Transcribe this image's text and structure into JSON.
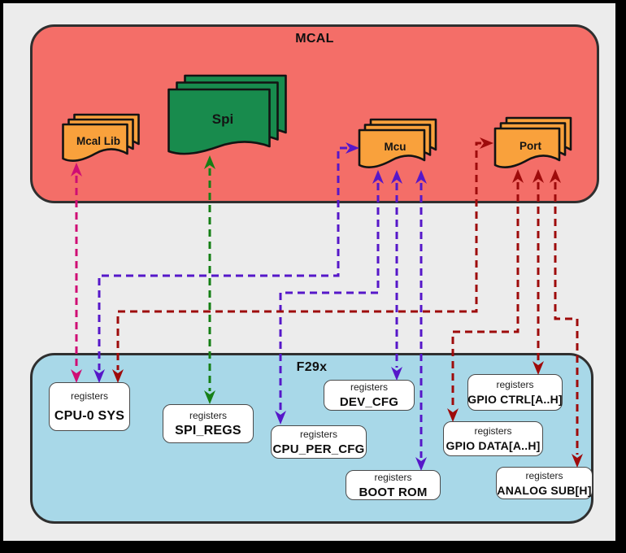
{
  "mcal": {
    "title": "MCAL",
    "modules": [
      {
        "id": "mcal-lib",
        "label": "Mcal Lib",
        "color": "orange"
      },
      {
        "id": "spi",
        "label": "Spi",
        "color": "green"
      },
      {
        "id": "mcu",
        "label": "Mcu",
        "color": "orange"
      },
      {
        "id": "port",
        "label": "Port",
        "color": "orange"
      }
    ]
  },
  "f29x": {
    "title": "F29x",
    "registers": [
      {
        "caption": "registers",
        "name": "CPU-0 SYS"
      },
      {
        "caption": "registers",
        "name": "SPI_REGS"
      },
      {
        "caption": "registers",
        "name": "CPU_PER_CFG"
      },
      {
        "caption": "registers",
        "name": "DEV_CFG"
      },
      {
        "caption": "registers",
        "name": "BOOT ROM"
      },
      {
        "caption": "registers",
        "name": "GPIO CTRL[A..H]"
      },
      {
        "caption": "registers",
        "name": "GPIO DATA[A..H]"
      },
      {
        "caption": "registers",
        "name": "ANALOG SUB[H]"
      }
    ]
  },
  "connections": [
    {
      "from": "Mcal Lib",
      "to": "CPU-0 SYS",
      "style": "magenta-dashed",
      "bidirectional": true
    },
    {
      "from": "Spi",
      "to": "SPI_REGS",
      "style": "green-dashed",
      "bidirectional": true
    },
    {
      "from": "Mcu",
      "to": "CPU-0 SYS",
      "style": "purple-dashed",
      "bidirectional": true
    },
    {
      "from": "Mcu",
      "to": "CPU_PER_CFG",
      "style": "purple-dashed",
      "bidirectional": true
    },
    {
      "from": "Mcu",
      "to": "DEV_CFG",
      "style": "purple-dashed",
      "bidirectional": true
    },
    {
      "from": "Mcu",
      "to": "BOOT ROM",
      "style": "purple-dashed",
      "bidirectional": true
    },
    {
      "from": "Port",
      "to": "CPU-0 SYS",
      "style": "darkred-dashed",
      "bidirectional": true
    },
    {
      "from": "Port",
      "to": "GPIO CTRL[A..H]",
      "style": "darkred-dashed",
      "bidirectional": true
    },
    {
      "from": "Port",
      "to": "GPIO DATA[A..H]",
      "style": "darkred-dashed",
      "bidirectional": true
    },
    {
      "from": "Port",
      "to": "ANALOG SUB[H]",
      "style": "darkred-dashed",
      "bidirectional": true
    }
  ],
  "colors": {
    "mcal_fill": "#F46E68",
    "f29x_fill": "#A8D8E8",
    "module_orange": "#F9A13C",
    "module_green": "#188B4D",
    "register_fill": "#FFFFFF",
    "arrow_magenta": "#CF0D74",
    "arrow_purple": "#5617C9",
    "arrow_green": "#157F15",
    "arrow_darkred": "#9E0B0B"
  }
}
